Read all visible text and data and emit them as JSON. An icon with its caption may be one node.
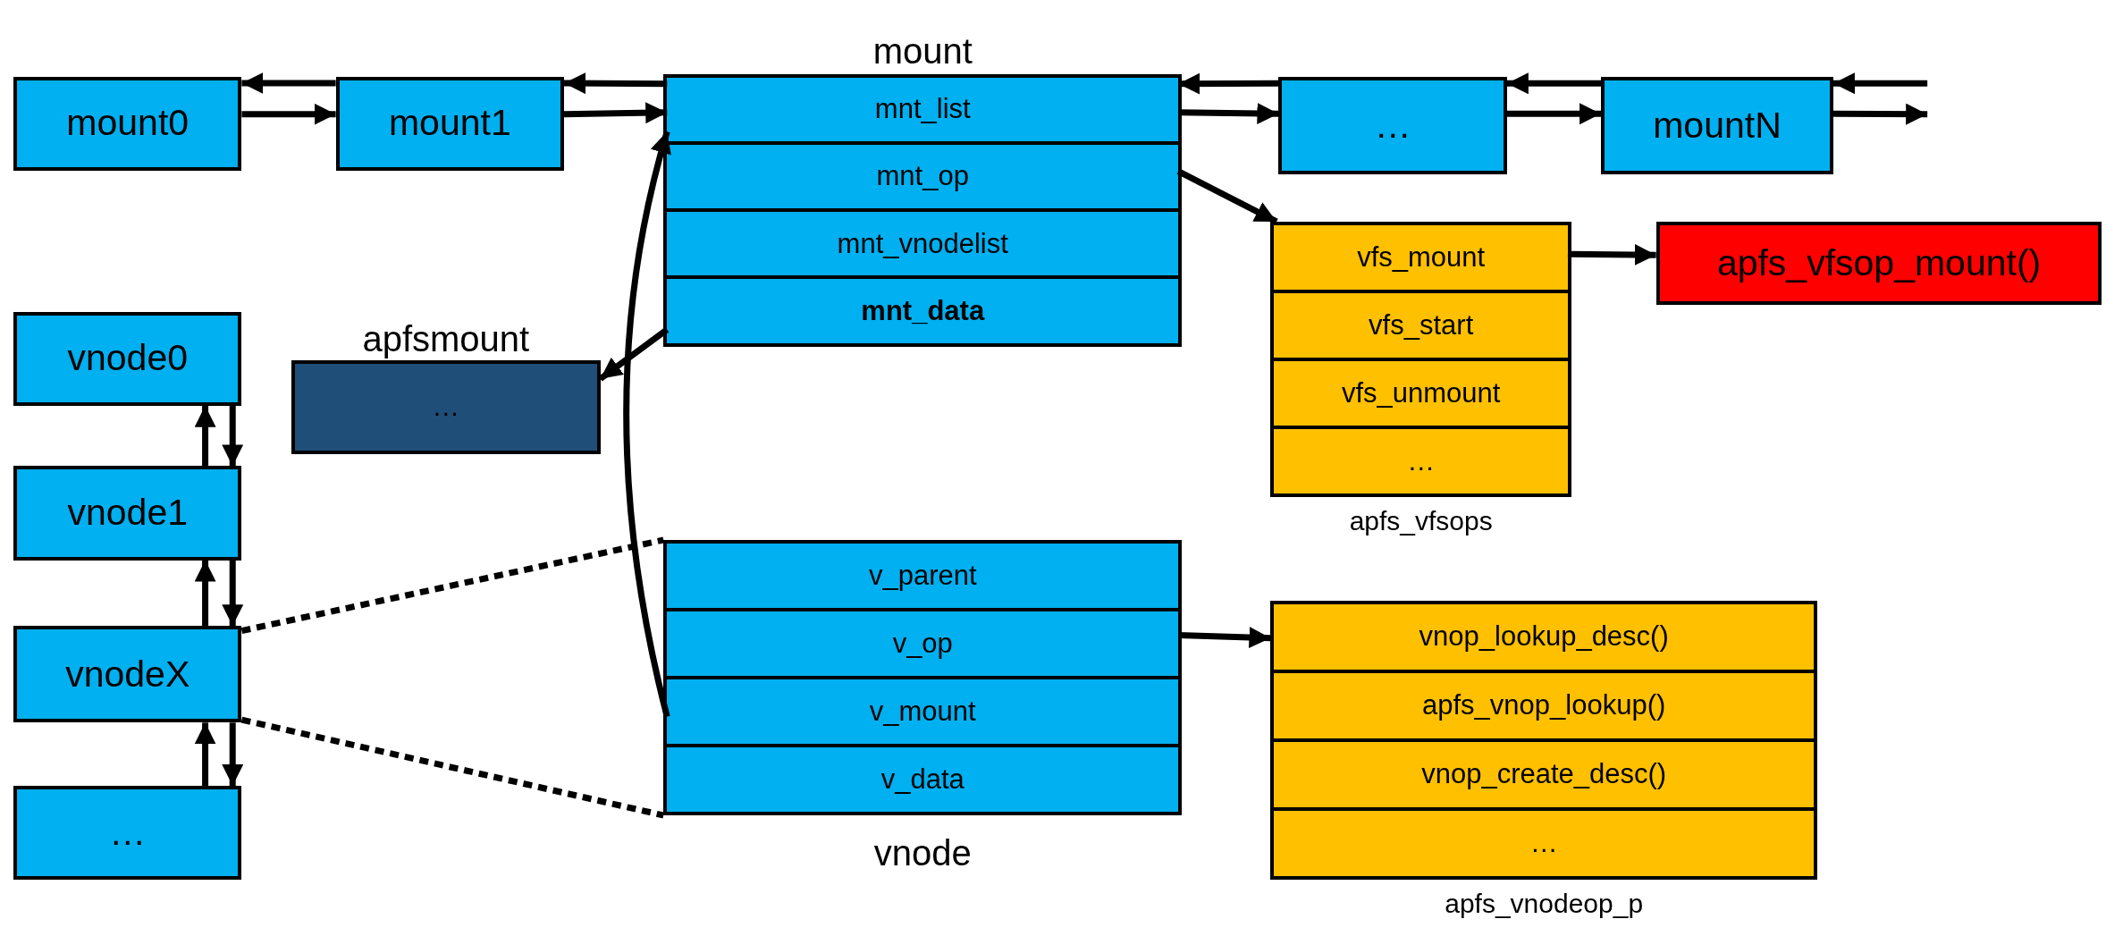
{
  "diagram": {
    "nodes": [
      {
        "text": [
          "mount0"
        ]
      },
      {
        "text": [
          "mount1"
        ]
      },
      {
        "text": [
          "mount"
        ]
      },
      {
        "text": [
          "mnt_list"
        ],
        "in": 2
      },
      {
        "text": [
          "mnt_op"
        ],
        "in": 2
      },
      {
        "text": [
          "mnt_vnodelist"
        ],
        "in": 2
      },
      {
        "text": [
          "mnt_data"
        ],
        "in": 2
      },
      {
        "text": [
          "…"
        ]
      },
      {
        "text": [
          "mountN"
        ]
      },
      {
        "text": [
          "apfs_vfsops"
        ]
      },
      {
        "text": [
          "vfs_mount"
        ],
        "in": 9
      },
      {
        "text": [
          "vfs_start"
        ],
        "in": 9
      },
      {
        "text": [
          "vfs_unmount"
        ],
        "in": 9
      },
      {
        "text": [
          "…"
        ],
        "in": 9
      },
      {
        "text": [
          "apfs_vfsop_mount()"
        ]
      },
      {
        "text": [
          "apfsmount",
          "…"
        ]
      },
      {
        "text": [
          "vnode0"
        ]
      },
      {
        "text": [
          "vnode1"
        ]
      },
      {
        "text": [
          "vnodeX"
        ]
      },
      {
        "text": [
          "…"
        ]
      },
      {
        "text": [
          "vnode"
        ]
      },
      {
        "text": [
          "v_parent"
        ],
        "in": 20
      },
      {
        "text": [
          "v_op"
        ],
        "in": 20
      },
      {
        "text": [
          "v_mount"
        ],
        "in": 20
      },
      {
        "text": [
          "v_data"
        ],
        "in": 20
      },
      {
        "text": [
          "apfs_vnodeop_p"
        ]
      },
      {
        "text": [
          "vnop_lookup_desc()"
        ],
        "in": 25
      },
      {
        "text": [
          "apfs_vnop_lookup()"
        ],
        "in": 25
      },
      {
        "text": [
          "vnop_create_desc()"
        ],
        "in": 25
      },
      {
        "text": [
          "…"
        ],
        "in": 25
      }
    ],
    "edges": [
      {
        "from": 1,
        "to": 0,
        "arrow": "to"
      },
      {
        "from": 0,
        "to": 1,
        "arrow": "to"
      },
      {
        "from": 3,
        "to": 1,
        "arrow": "to"
      },
      {
        "from": 1,
        "to": 3,
        "arrow": "to"
      },
      {
        "from": 7,
        "to": 3,
        "arrow": "to"
      },
      {
        "from": 3,
        "to": 7,
        "arrow": "to"
      },
      {
        "from": 8,
        "to": 7,
        "arrow": "to"
      },
      {
        "from": 7,
        "to": 8,
        "arrow": "to"
      },
      {
        "from": null,
        "to": 8,
        "arrow": "to"
      },
      {
        "from": 8,
        "to": null,
        "arrow": "to"
      },
      {
        "from": 4,
        "to": 9,
        "arrow": "to"
      },
      {
        "from": 10,
        "to": 14,
        "arrow": "to"
      },
      {
        "from": 6,
        "to": 15,
        "arrow": "to"
      },
      {
        "from": 23,
        "to": 3,
        "arrow": "to"
      },
      {
        "from": 22,
        "to": 25,
        "arrow": "to"
      },
      {
        "from": 17,
        "to": 16,
        "arrow": "to"
      },
      {
        "from": 16,
        "to": 17,
        "arrow": "to"
      },
      {
        "from": 18,
        "to": 17,
        "arrow": "to"
      },
      {
        "from": 17,
        "to": 18,
        "arrow": "to"
      },
      {
        "from": 19,
        "to": 18,
        "arrow": "to"
      },
      {
        "from": 18,
        "to": 19,
        "arrow": "to"
      },
      {
        "from": 18,
        "to": 20,
        "arrow": "none",
        "style": "dashed"
      },
      {
        "from": 18,
        "to": 20,
        "arrow": "none",
        "style": "dashed"
      }
    ]
  }
}
